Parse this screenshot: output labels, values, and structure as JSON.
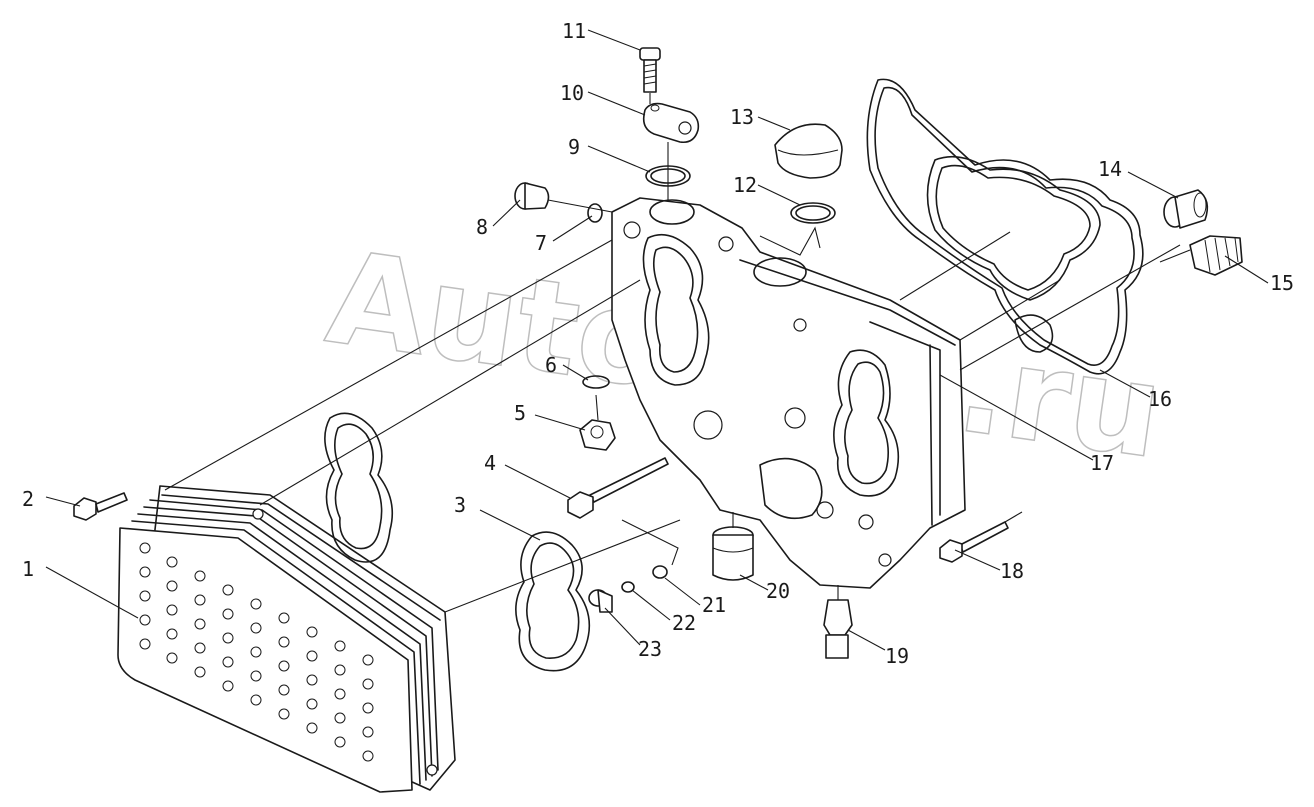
{
  "watermark": "AutoSoft.ru",
  "callouts": [
    {
      "id": "1",
      "label": "1"
    },
    {
      "id": "2",
      "label": "2"
    },
    {
      "id": "3",
      "label": "3"
    },
    {
      "id": "4",
      "label": "4"
    },
    {
      "id": "5",
      "label": "5"
    },
    {
      "id": "6",
      "label": "6"
    },
    {
      "id": "7",
      "label": "7"
    },
    {
      "id": "8",
      "label": "8"
    },
    {
      "id": "9",
      "label": "9"
    },
    {
      "id": "10",
      "label": "10"
    },
    {
      "id": "11",
      "label": "11"
    },
    {
      "id": "12",
      "label": "12"
    },
    {
      "id": "13",
      "label": "13"
    },
    {
      "id": "14",
      "label": "14"
    },
    {
      "id": "15",
      "label": "15"
    },
    {
      "id": "16",
      "label": "16"
    },
    {
      "id": "17",
      "label": "17"
    },
    {
      "id": "18",
      "label": "18"
    },
    {
      "id": "19",
      "label": "19"
    },
    {
      "id": "20",
      "label": "20"
    },
    {
      "id": "21",
      "label": "21"
    },
    {
      "id": "22",
      "label": "22"
    },
    {
      "id": "23",
      "label": "23"
    }
  ],
  "colors": {
    "line": "#1a1a1a",
    "watermark": "#8a8a8a",
    "background": "#ffffff"
  }
}
